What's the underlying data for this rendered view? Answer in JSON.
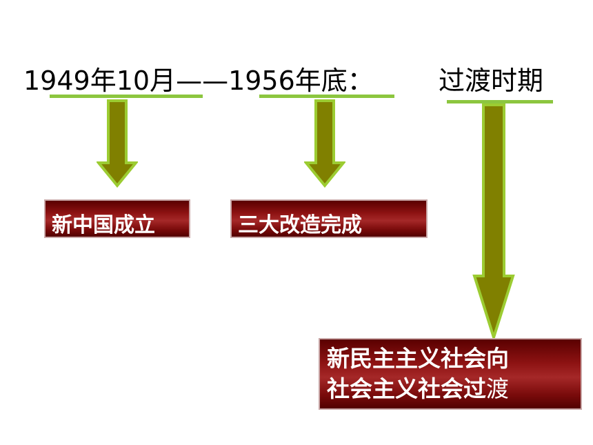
{
  "timeline": {
    "start": "1949年10月",
    "dash": "——",
    "end": "1956年底",
    "colon": "：",
    "period": "过渡时期"
  },
  "events": {
    "founding": "新中国成立",
    "transformation": "三大改造完成"
  },
  "transition": {
    "line1": "新民主主义社会向",
    "line2_bold": "社会主义社会过",
    "line2_tail": "渡"
  },
  "colors": {
    "underline": "#8cc63f",
    "arrow_fill": "#808000",
    "arrow_stroke": "#9ccc32",
    "box_red": "#8e1313"
  }
}
